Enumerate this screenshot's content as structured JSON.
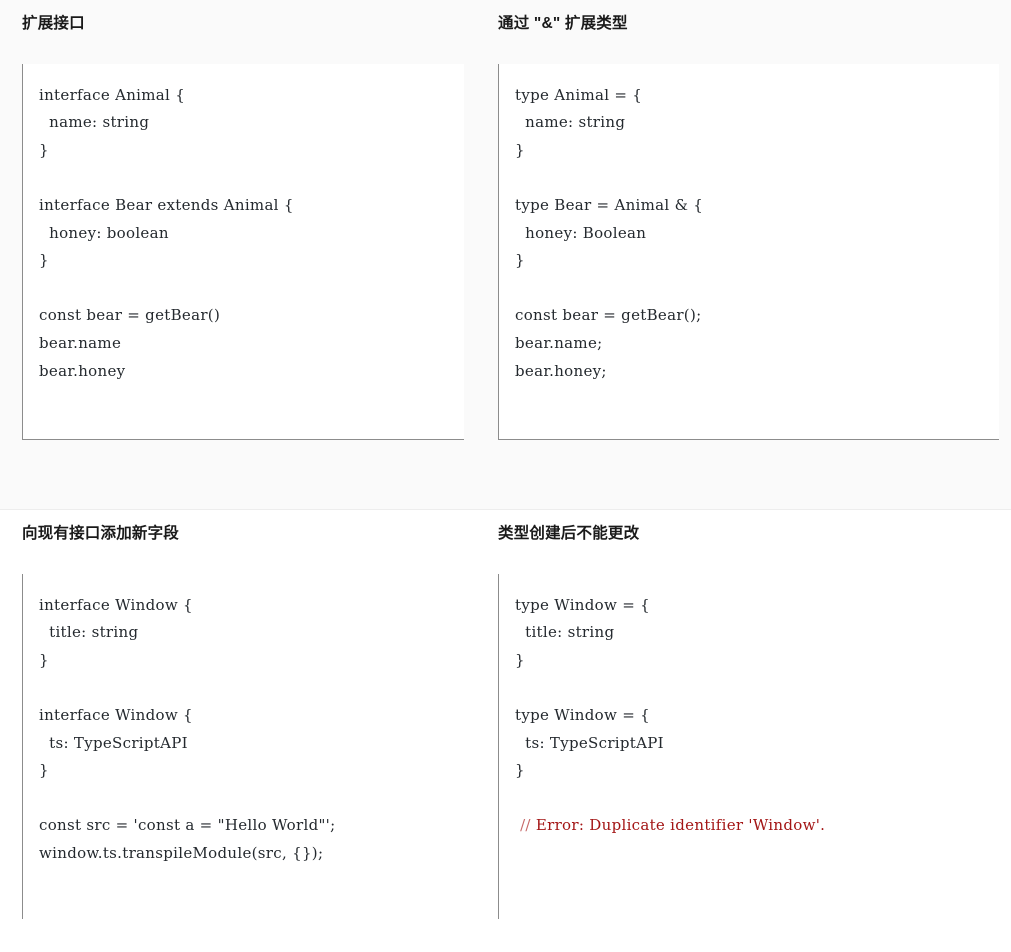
{
  "page": {
    "background": "#ffffff",
    "row_shaded_background": "#fafafa",
    "code_border_color": "#8c8c8c",
    "error_color": "#a31515"
  },
  "rows": [
    {
      "cells": [
        {
          "heading": "扩展接口",
          "code_lines": [
            "interface Animal {",
            "  name: string",
            "}",
            "",
            "interface Bear extends Animal {",
            "  honey: boolean",
            "}",
            "",
            "const bear = getBear()",
            "bear.name",
            "bear.honey"
          ]
        },
        {
          "heading": "通过 \"&\" 扩展类型",
          "code_lines": [
            "type Animal = {",
            "  name: string",
            "}",
            "",
            "type Bear = Animal & {",
            "  honey: Boolean",
            "}",
            "",
            "const bear = getBear();",
            "bear.name;",
            "bear.honey;"
          ]
        }
      ]
    },
    {
      "cells": [
        {
          "heading": "向现有接口添加新字段",
          "code_lines": [
            "interface Window {",
            "  title: string",
            "}",
            "",
            "interface Window {",
            "  ts: TypeScriptAPI",
            "}",
            "",
            "const src = 'const a = \"Hello World\"';",
            "window.ts.transpileModule(src, {});"
          ]
        },
        {
          "heading": "类型创建后不能更改",
          "code_lines": [
            "type Window = {",
            "  title: string",
            "}",
            "",
            "type Window = {",
            "  ts: TypeScriptAPI",
            "}",
            "",
            " // Error: Duplicate identifier 'Window'."
          ],
          "error_line_index": 8,
          "error_prefix": "//",
          "error_text": " Error: Duplicate identifier 'Window'."
        }
      ]
    }
  ]
}
